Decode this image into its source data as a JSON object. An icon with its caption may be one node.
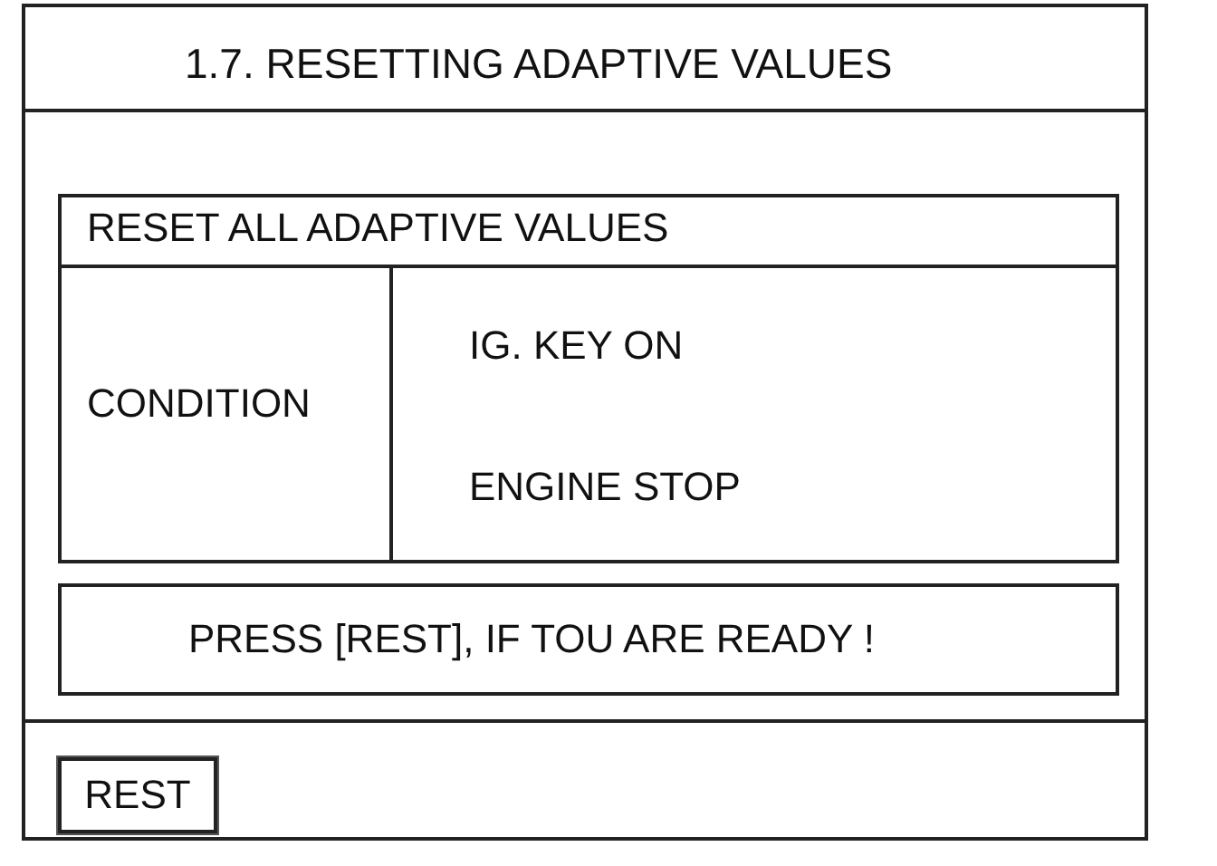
{
  "diagram": {
    "title": "1.7.  RESETTING ADAPTIVE VALUES",
    "nodes": [
      {
        "text": [
          "RESET ALL ADAPTIVE VALUES"
        ]
      },
      {
        "text": [
          "CONDITION"
        ],
        "in": 0
      },
      {
        "text": [
          "IG. KEY ON",
          "ENGINE STOP"
        ],
        "in": 0
      },
      {
        "text": [
          "PRESS [REST], IF TOU ARE READY !"
        ]
      },
      {
        "text": [
          "REST"
        ]
      }
    ]
  }
}
